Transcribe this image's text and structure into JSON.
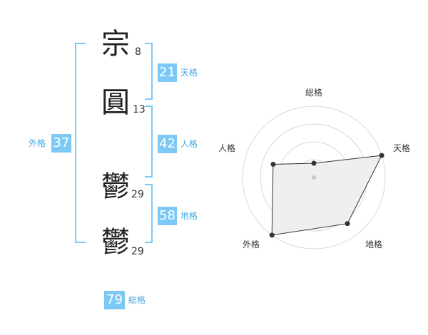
{
  "accent_color": "#7dc8f4",
  "label_color": "#4aa8e6",
  "characters": [
    {
      "char": "宗",
      "strokes": "8"
    },
    {
      "char": "圓",
      "strokes": "13"
    },
    {
      "char": "鬱",
      "strokes": "29"
    },
    {
      "char": "鬱",
      "strokes": "29"
    }
  ],
  "fortunes": {
    "tenkaku": {
      "value": "21",
      "label": "天格"
    },
    "jinkaku": {
      "value": "42",
      "label": "人格"
    },
    "chikaku": {
      "value": "58",
      "label": "地格"
    },
    "gaikaku": {
      "value": "37",
      "label": "外格"
    },
    "soukaku": {
      "value": "79",
      "label": "総格"
    }
  },
  "chart_data": {
    "type": "radar",
    "axes": [
      "総格",
      "天格",
      "地格",
      "外格",
      "人格"
    ],
    "values": [
      1,
      5,
      4,
      5,
      3
    ],
    "rmax": 5,
    "rings": 4
  }
}
